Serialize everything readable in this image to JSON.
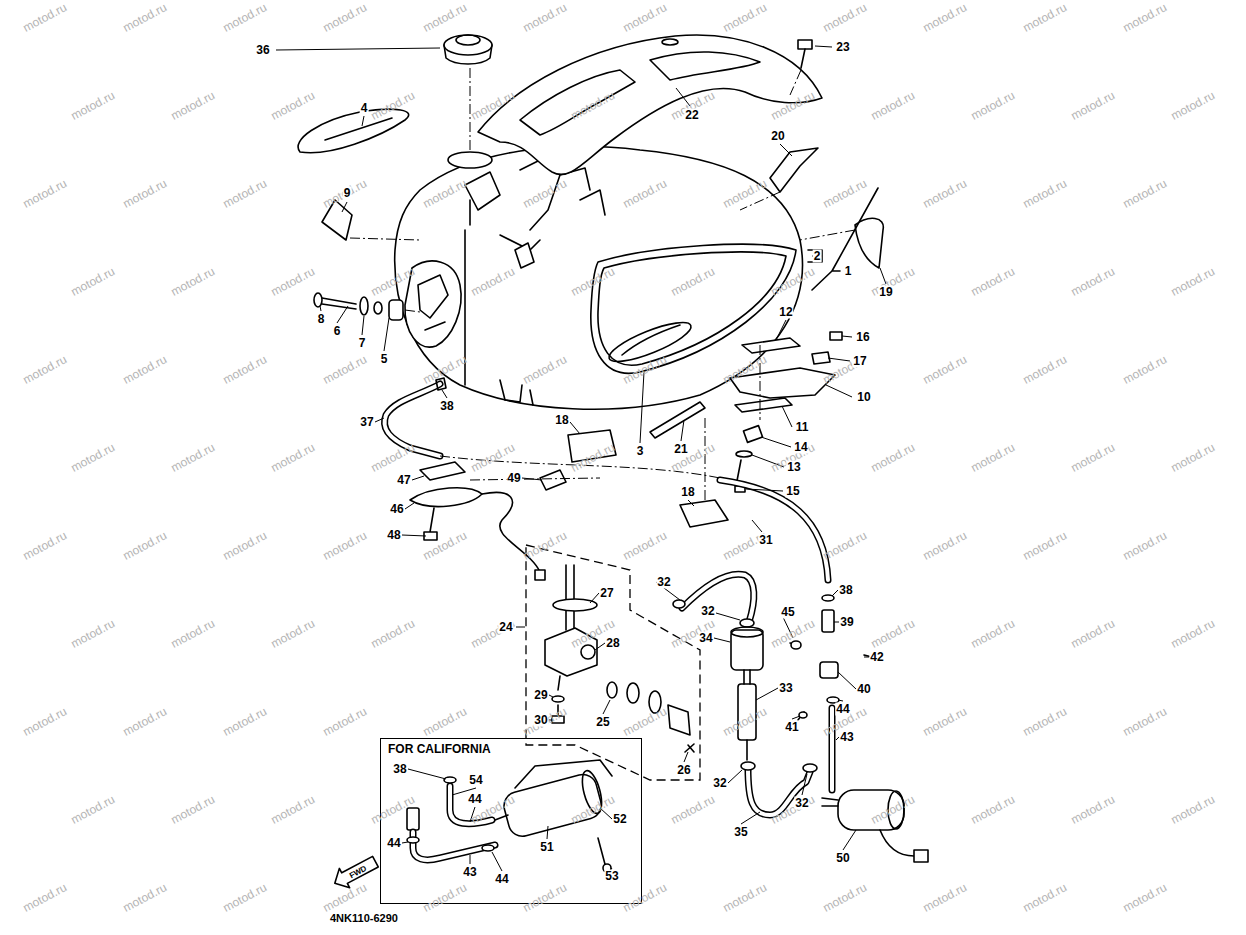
{
  "diagram": {
    "nodes": [
      {
        "text": [
          "FOR CALIFORNIA"
        ]
      }
    ],
    "labels": [
      "36",
      "4",
      "22",
      "23",
      "20",
      "9",
      "2",
      "1",
      "19",
      "8",
      "6",
      "7",
      "5",
      "12",
      "16",
      "17",
      "10",
      "11",
      "14",
      "13",
      "15",
      "3",
      "21",
      "38",
      "37",
      "18",
      "18",
      "47",
      "49",
      "46",
      "48",
      "31",
      "27",
      "24",
      "32",
      "32",
      "28",
      "38",
      "39",
      "45",
      "34",
      "42",
      "40",
      "33",
      "29",
      "25",
      "41",
      "44",
      "43",
      "30",
      "26",
      "32",
      "32",
      "35",
      "50",
      "38",
      "54",
      "44",
      "44",
      "52",
      "51",
      "53",
      "43",
      "44",
      "4NK110-6290",
      "FWD",
      "motod.ru",
      "motod.ru",
      "motod.ru",
      "motod.ru",
      "motod.ru",
      "motod.ru",
      "motod.ru",
      "motod.ru",
      "motod.ru",
      "motod.ru",
      "motod.ru",
      "motod.ru",
      "motod.ru",
      "motod.ru",
      "motod.ru",
      "motod.ru",
      "motod.ru",
      "motod.ru",
      "motod.ru",
      "motod.ru",
      "motod.ru",
      "motod.ru",
      "motod.ru",
      "motod.ru",
      "motod.ru",
      "motod.ru",
      "motod.ru",
      "motod.ru",
      "motod.ru",
      "motod.ru",
      "motod.ru",
      "motod.ru",
      "motod.ru",
      "motod.ru",
      "motod.ru",
      "motod.ru",
      "motod.ru",
      "motod.ru",
      "motod.ru",
      "motod.ru",
      "motod.ru",
      "motod.ru",
      "motod.ru",
      "motod.ru",
      "motod.ru",
      "motod.ru",
      "motod.ru",
      "motod.ru",
      "motod.ru",
      "motod.ru",
      "motod.ru",
      "motod.ru",
      "motod.ru",
      "motod.ru",
      "motod.ru",
      "motod.ru",
      "motod.ru",
      "motod.ru",
      "motod.ru",
      "motod.ru",
      "motod.ru",
      "motod.ru",
      "motod.ru",
      "motod.ru",
      "motod.ru",
      "motod.ru",
      "motod.ru",
      "motod.ru",
      "motod.ru",
      "motod.ru",
      "motod.ru",
      "motod.ru",
      "motod.ru",
      "motod.ru",
      "motod.ru",
      "motod.ru",
      "motod.ru",
      "motod.ru",
      "motod.ru",
      "motod.ru",
      "motod.ru",
      "motod.ru",
      "motod.ru",
      "motod.ru",
      "motod.ru",
      "motod.ru",
      "motod.ru",
      "motod.ru",
      "motod.ru",
      "motod.ru",
      "motod.ru",
      "motod.ru",
      "motod.ru",
      "motod.ru",
      "motod.ru",
      "motod.ru",
      "motod.ru",
      "motod.ru",
      "motod.ru",
      "motod.ru",
      "motod.ru",
      "motod.ru",
      "motod.ru",
      "motod.ru",
      "motod.ru",
      "motod.ru",
      "motod.ru",
      "motod.ru",
      "motod.ru",
      "motod.ru",
      "motod.ru",
      "motod.ru",
      "motod.ru",
      "motod.ru",
      "motod.ru",
      "motod.ru",
      "motod.ru",
      "motod.ru",
      "motod.ru",
      "motod.ru",
      "motod.ru",
      "motod.ru",
      "motod.ru",
      "motod.ru",
      "motod.ru",
      "motod.ru",
      "motod.ru",
      "motod.ru",
      "motod.ru",
      "motod.ru",
      "motod.ru",
      "motod.ru"
    ]
  }
}
